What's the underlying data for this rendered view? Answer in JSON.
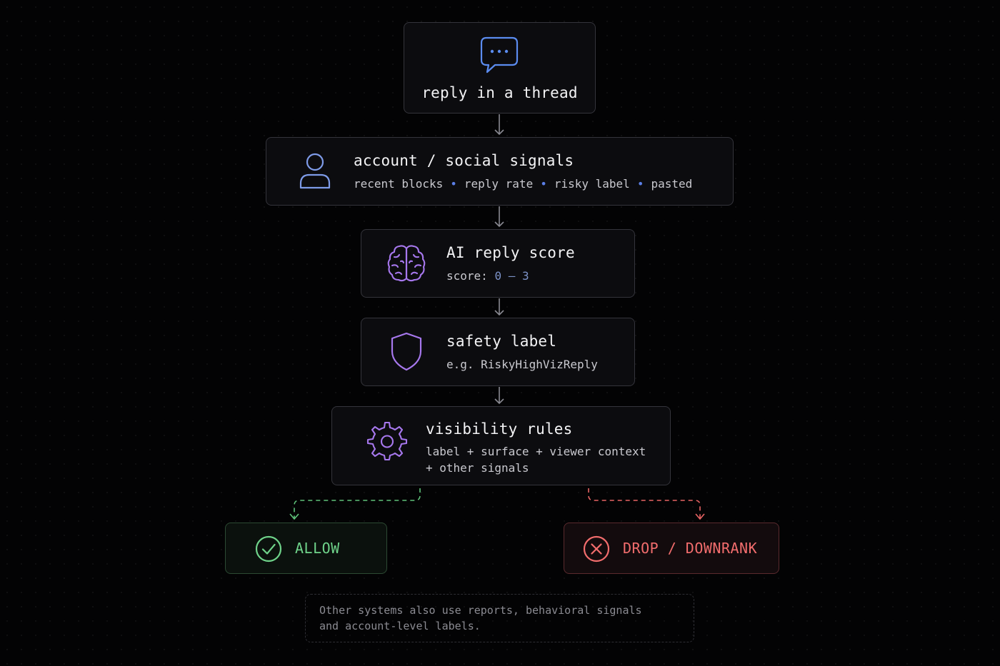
{
  "nodes": {
    "reply": {
      "title": "reply in a thread",
      "icon": "chat-bubble-icon"
    },
    "account": {
      "title": "account / social signals",
      "signals": [
        "recent blocks",
        "reply rate",
        "risky label",
        "pasted"
      ],
      "separator": "•",
      "icon": "user-icon"
    },
    "score": {
      "title": "AI reply score",
      "prefix": "score:",
      "range": "0 – 3",
      "icon": "brain-icon"
    },
    "safety": {
      "title": "safety label",
      "example": "e.g. RiskyHighVizReply",
      "icon": "shield-icon"
    },
    "rules": {
      "title": "visibility rules",
      "line1": "label + surface + viewer context",
      "line2": "+ other signals",
      "icon": "gear-icon"
    }
  },
  "outcomes": {
    "allow": {
      "label": "ALLOW",
      "icon": "check-circle-icon",
      "color": "#6fd38a"
    },
    "drop": {
      "label": "DROP / DOWNRANK",
      "icon": "x-circle-icon",
      "color": "#f26d6d"
    }
  },
  "note": {
    "line1": "Other systems also use reports, behavioral signals",
    "line2": "and account-level labels."
  },
  "colors": {
    "background": "#030304",
    "card": "#0c0c0f",
    "border": "#34343b",
    "chat_icon": "#5b8cf0",
    "user_icon": "#7e9be8",
    "purple_icon": "#a778ee",
    "bullet": "#5b7fe6"
  }
}
